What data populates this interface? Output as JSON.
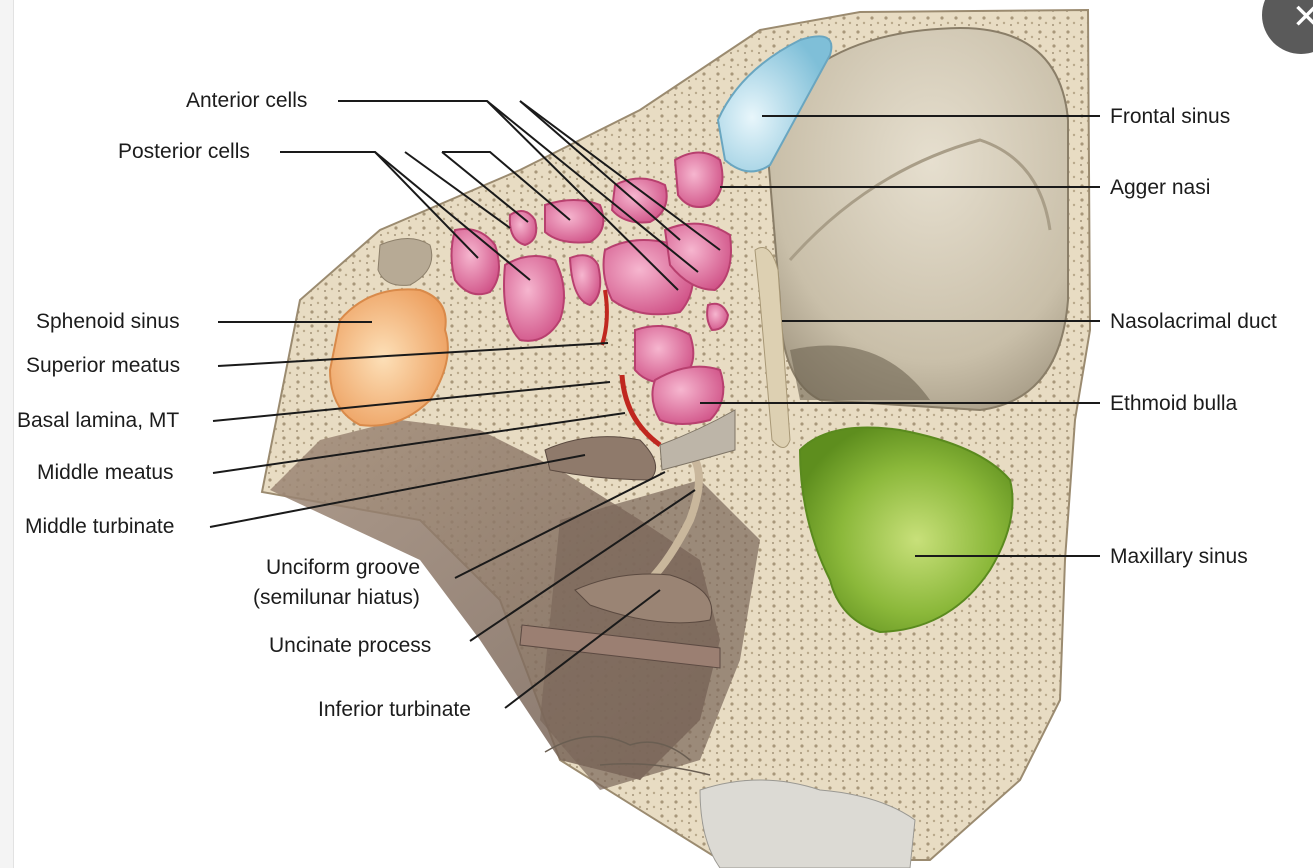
{
  "labels": {
    "anterior_cells": "Anterior cells",
    "posterior_cells": "Posterior cells",
    "sphenoid_sinus": "Sphenoid sinus",
    "superior_meatus": "Superior meatus",
    "basal_lamina": "Basal lamina, MT",
    "middle_meatus": "Middle meatus",
    "middle_turbinate": "Middle turbinate",
    "unciform_groove_1": "Unciform groove",
    "unciform_groove_2": "(semilunar hiatus)",
    "uncinate_process": "Uncinate process",
    "inferior_turbinate": "Inferior turbinate",
    "frontal_sinus": "Frontal sinus",
    "agger_nasi": "Agger nasi",
    "nasolacrimal_duct": "Nasolacrimal duct",
    "ethmoid_bulla": "Ethmoid bulla",
    "maxillary_sinus": "Maxillary sinus"
  },
  "close_icon": "close-icon",
  "colors": {
    "ethmoid_cells": "#e06a9a",
    "frontal_sinus": "#a8d4e6",
    "sphenoid_sinus": "#f4b37a",
    "maxillary_sinus": "#8bb83a",
    "bone": "#e9dcc2",
    "orbit": "#cfc6b4",
    "basal_lamina": "#c0271f"
  }
}
